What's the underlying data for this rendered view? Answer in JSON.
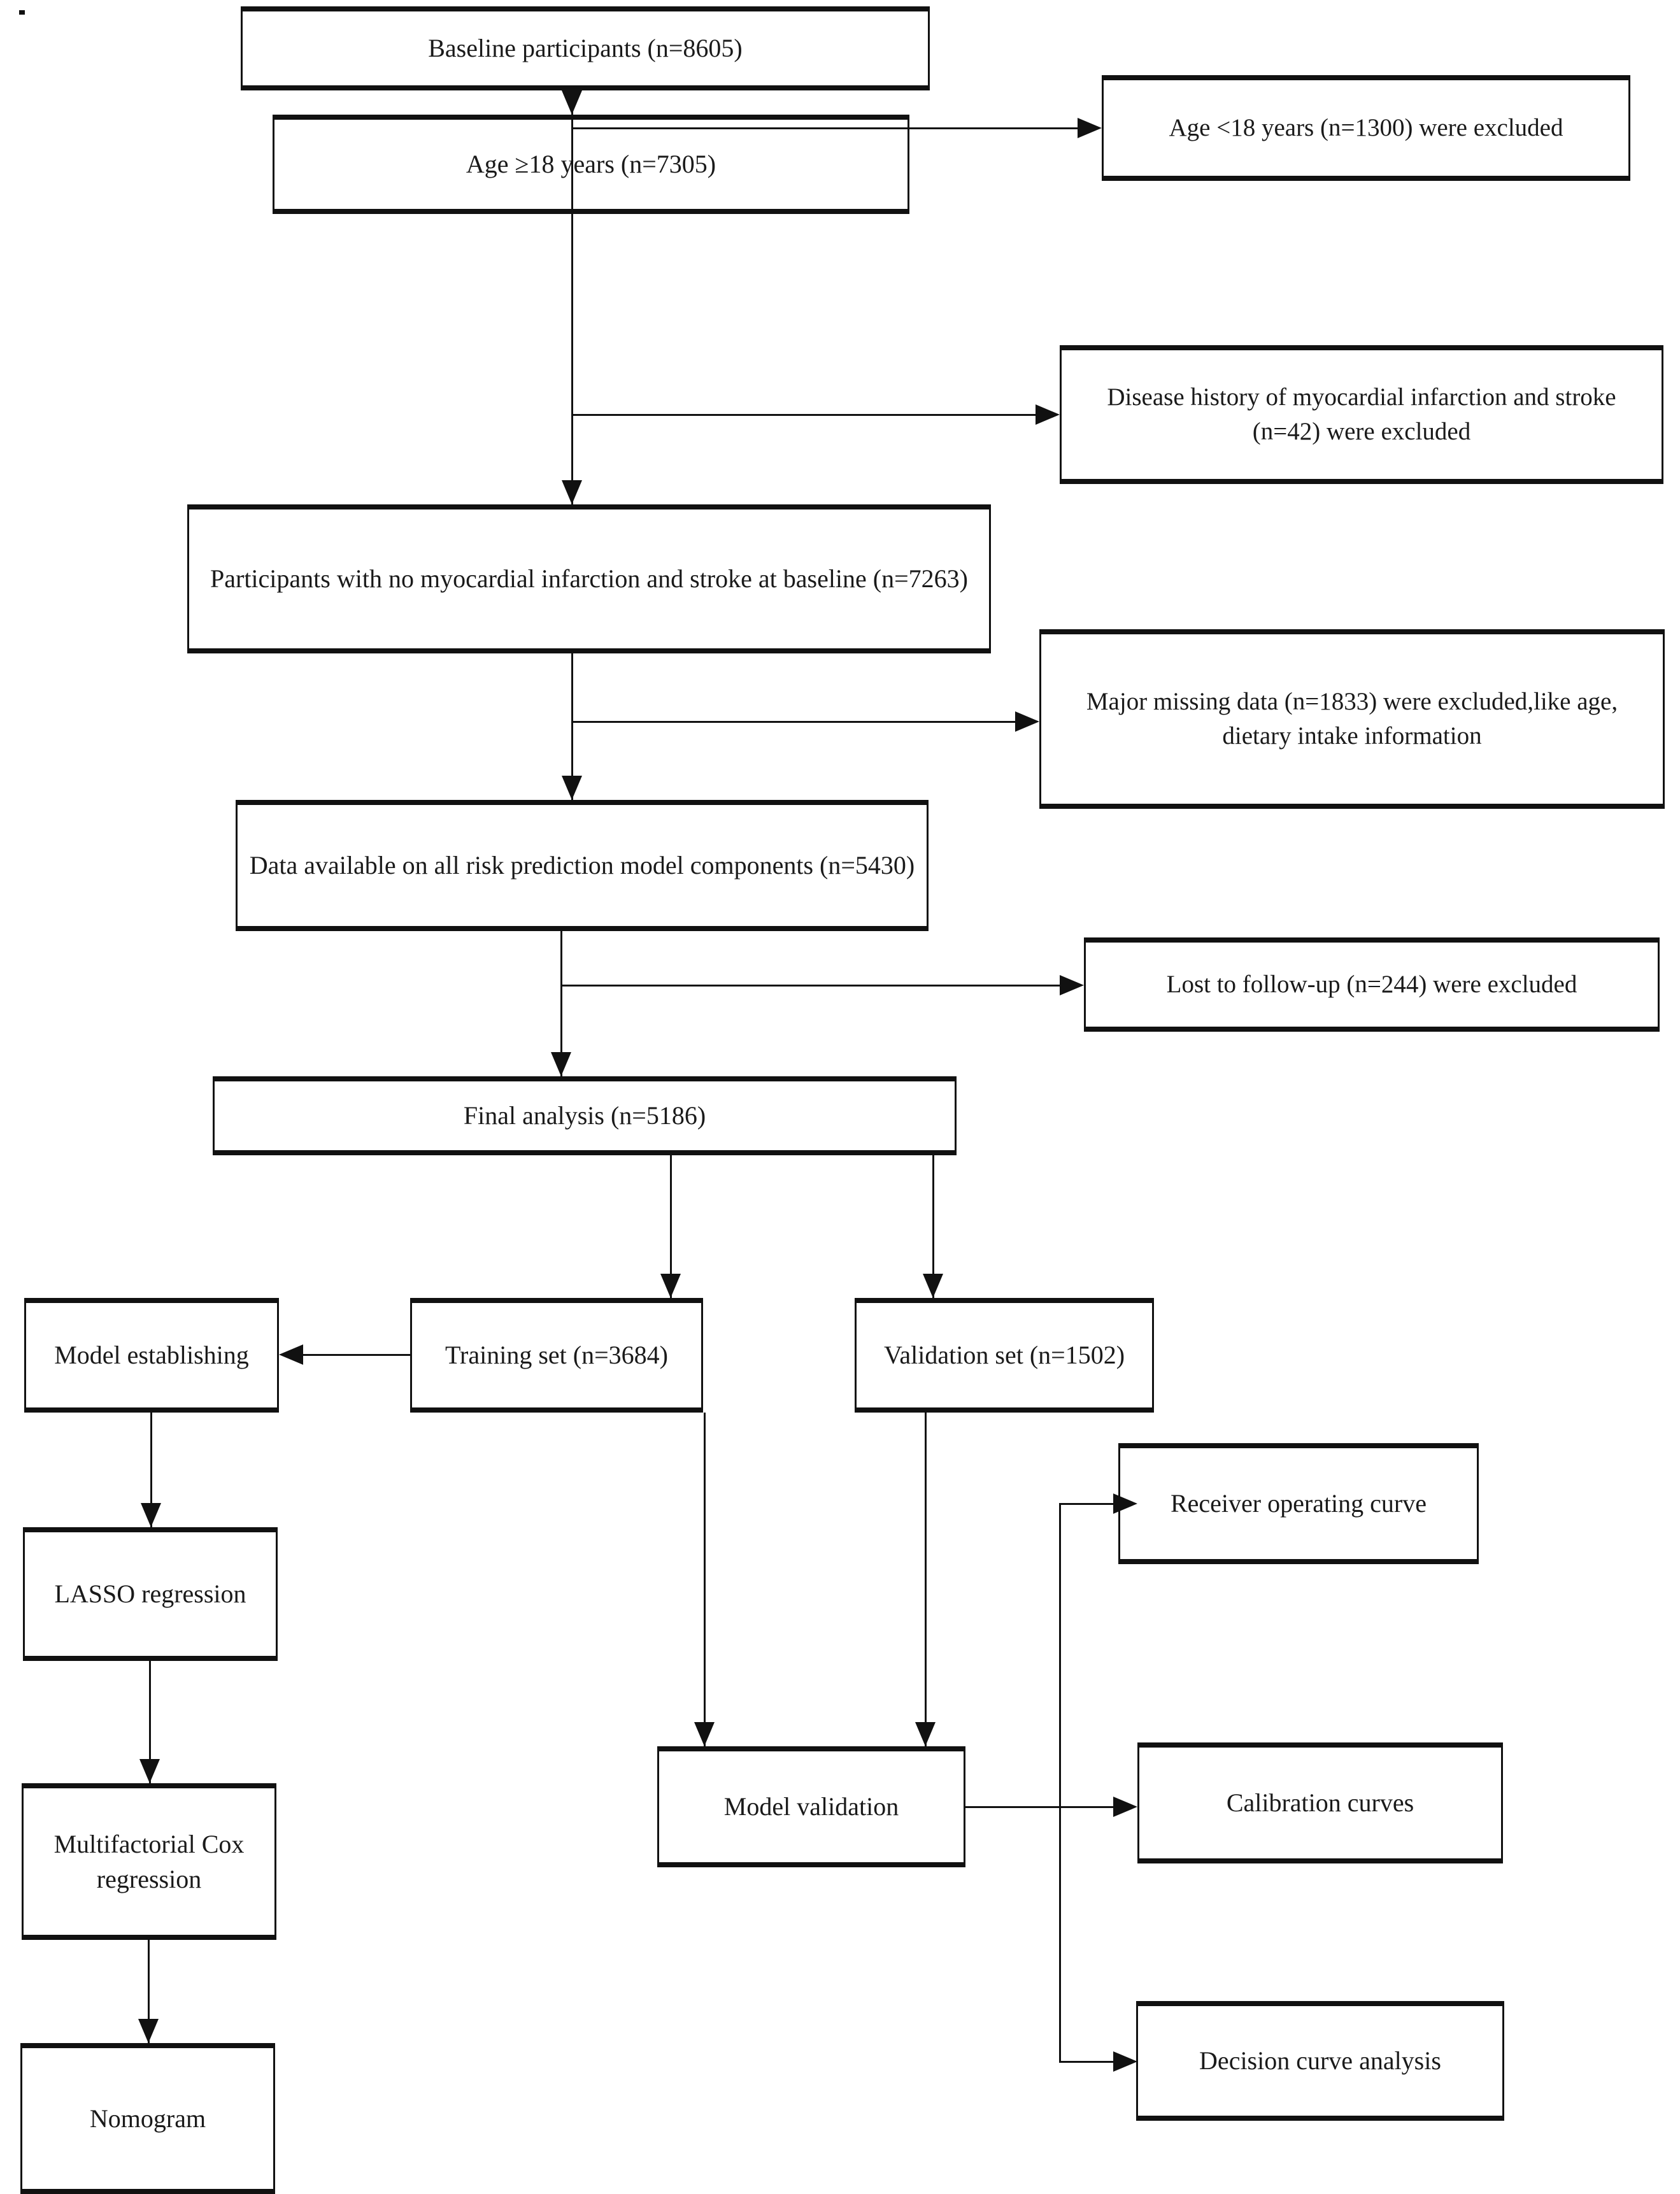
{
  "diagram": {
    "type": "flowchart",
    "title": "Study participant selection and model development flowchart",
    "orientation": "top-to-bottom",
    "nodes": [
      {
        "id": "baseline",
        "label": "Baseline participants (n=8605)"
      },
      {
        "id": "excl-age",
        "label": "Age <18 years (n=1300) were excluded"
      },
      {
        "id": "age18",
        "label": "Age ≥18 years (n=7305)"
      },
      {
        "id": "excl-history",
        "label": "Disease history of myocardial infarction and stroke (n=42) were excluded"
      },
      {
        "id": "no-mi-stroke",
        "label": "Participants with no myocardial infarction and stroke at baseline (n=7263)"
      },
      {
        "id": "excl-missing",
        "label": "Major missing data (n=1833) were excluded,like age, dietary intake information"
      },
      {
        "id": "data-available",
        "label": "Data available on all risk prediction model components (n=5430)"
      },
      {
        "id": "excl-lost",
        "label": "Lost to follow-up (n=244) were excluded"
      },
      {
        "id": "final-analysis",
        "label": "Final analysis (n=5186)"
      },
      {
        "id": "model-establish",
        "label": "Model establishing"
      },
      {
        "id": "training-set",
        "label": "Training set (n=3684)"
      },
      {
        "id": "validation-set",
        "label": "Validation set (n=1502)"
      },
      {
        "id": "lasso",
        "label": "LASSO regression"
      },
      {
        "id": "cox",
        "label": "Multifactorial Cox regression"
      },
      {
        "id": "nomogram",
        "label": "Nomogram"
      },
      {
        "id": "model-validation",
        "label": "Model validation"
      },
      {
        "id": "roc",
        "label": "Receiver operating curve"
      },
      {
        "id": "calibration",
        "label": "Calibration curves"
      },
      {
        "id": "dca",
        "label": "Decision curve analysis"
      }
    ],
    "edges": [
      {
        "from": "baseline",
        "to": "age18"
      },
      {
        "from": "baseline",
        "to": "excl-age"
      },
      {
        "from": "age18",
        "to": "no-mi-stroke"
      },
      {
        "from": "age18",
        "to": "excl-history"
      },
      {
        "from": "no-mi-stroke",
        "to": "data-available"
      },
      {
        "from": "no-mi-stroke",
        "to": "excl-missing"
      },
      {
        "from": "data-available",
        "to": "final-analysis"
      },
      {
        "from": "data-available",
        "to": "excl-lost"
      },
      {
        "from": "final-analysis",
        "to": "training-set"
      },
      {
        "from": "final-analysis",
        "to": "validation-set"
      },
      {
        "from": "training-set",
        "to": "model-establish"
      },
      {
        "from": "training-set",
        "to": "model-validation"
      },
      {
        "from": "validation-set",
        "to": "model-validation"
      },
      {
        "from": "model-establish",
        "to": "lasso"
      },
      {
        "from": "lasso",
        "to": "cox"
      },
      {
        "from": "cox",
        "to": "nomogram"
      },
      {
        "from": "model-validation",
        "to": "roc"
      },
      {
        "from": "model-validation",
        "to": "calibration"
      },
      {
        "from": "model-validation",
        "to": "dca"
      }
    ],
    "colors": {
      "box_border": "#111111",
      "box_fill": "#ffffff",
      "connector": "#111111",
      "text": "#1a1a1a",
      "background": "#ffffff"
    }
  }
}
